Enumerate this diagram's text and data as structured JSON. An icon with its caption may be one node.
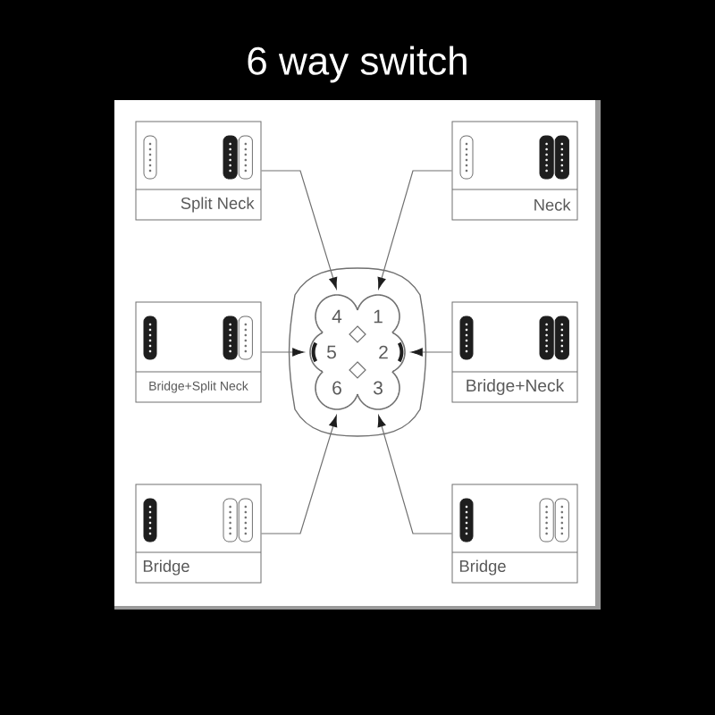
{
  "diagram": {
    "title": "6 way switch",
    "nodes": [
      {
        "text": [
          "Split Neck"
        ]
      },
      {
        "text": [
          "Neck"
        ]
      },
      {
        "text": [],
        "shape": "box"
      },
      {
        "text": [
          "4"
        ],
        "in": 2
      },
      {
        "text": [
          "1"
        ],
        "in": 2
      },
      {
        "text": [
          "5"
        ],
        "in": 2
      },
      {
        "text": [
          "2"
        ],
        "in": 2
      },
      {
        "text": [
          "6"
        ],
        "in": 2
      },
      {
        "text": [
          "3"
        ],
        "in": 2
      },
      {
        "text": [
          "Bridge+Split Neck"
        ]
      },
      {
        "text": [
          "Bridge+Neck"
        ]
      },
      {
        "text": [
          "Bridge"
        ]
      },
      {
        "text": [
          "Bridge"
        ]
      }
    ],
    "edges": [
      {
        "from": 0,
        "to": 3,
        "arrow": "to"
      },
      {
        "from": 1,
        "to": 4,
        "arrow": "to"
      },
      {
        "from": 9,
        "to": 5,
        "arrow": "to"
      },
      {
        "from": 10,
        "to": 6,
        "arrow": "to"
      },
      {
        "from": 11,
        "to": 7,
        "arrow": "to"
      },
      {
        "from": 12,
        "to": 8,
        "arrow": "to"
      }
    ]
  }
}
